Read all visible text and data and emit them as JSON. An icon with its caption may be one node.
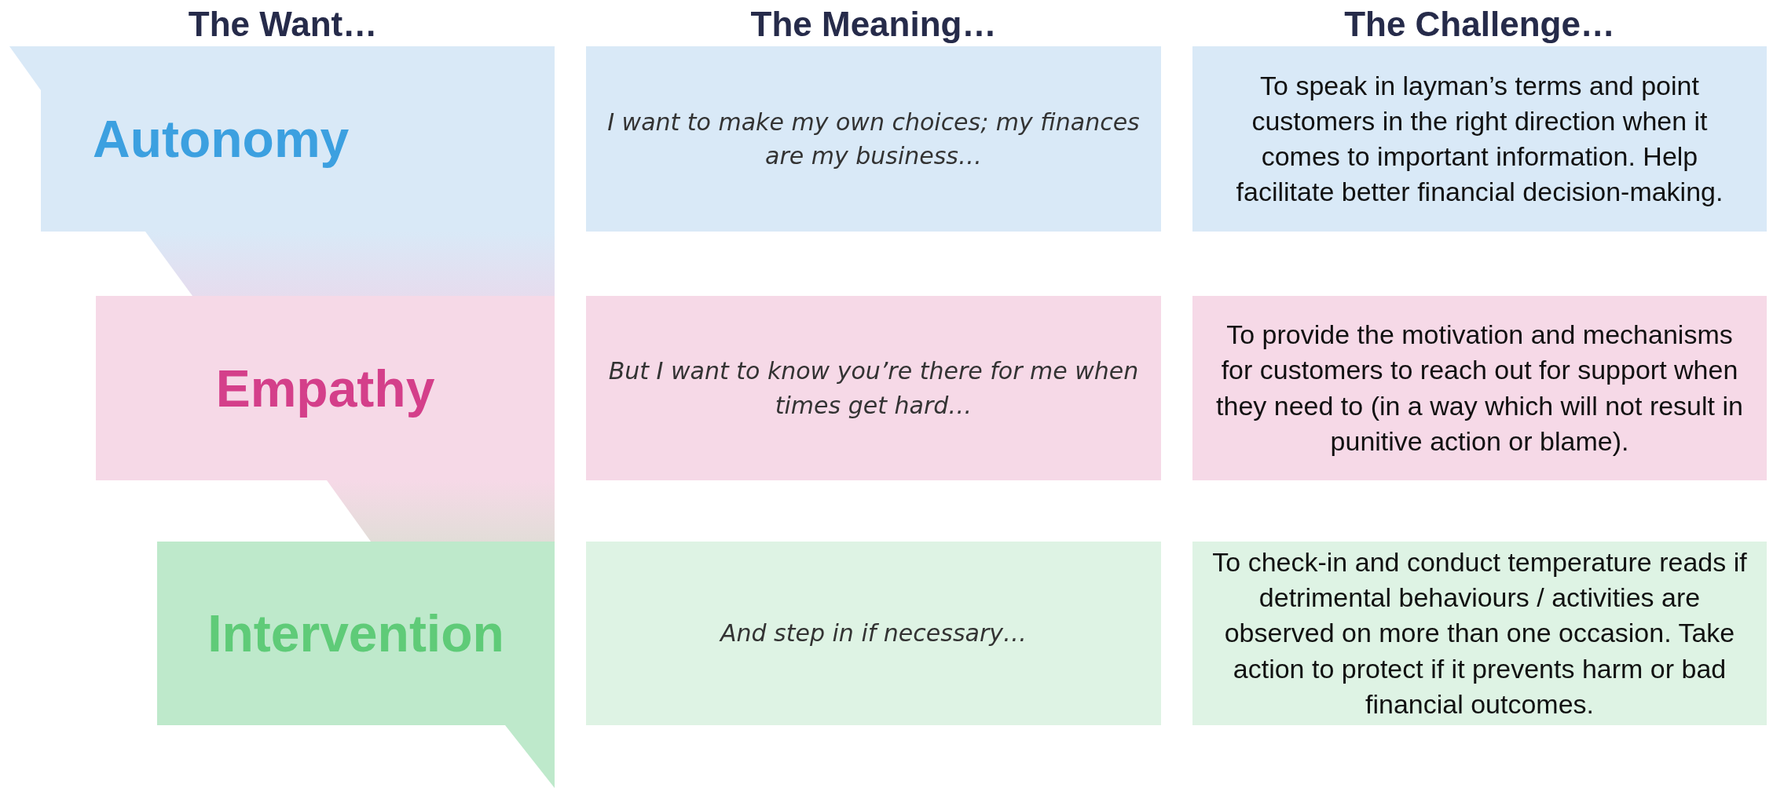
{
  "diagram": {
    "nodes": [
      {
        "text": [
          "Autonomy"
        ]
      },
      {
        "text": [
          "I want to make my own choices; my finances are my business…"
        ]
      },
      {
        "text": [
          "To speak in layman’s terms and point customers in the right direction when it comes to important information. Help facilitate better financial decision-making."
        ]
      },
      {
        "text": [
          "Empathy"
        ]
      },
      {
        "text": [
          "But I want to know you’re there for me when times get hard…"
        ]
      },
      {
        "text": [
          "To provide the motivation and mechanisms for customers to reach out for support when they need to (in a way which will not result in punitive action or blame)."
        ]
      },
      {
        "text": [
          "Intervention"
        ]
      },
      {
        "text": [
          "And step in if necessary…"
        ]
      },
      {
        "text": [
          "To check-in and conduct temperature reads if detrimental behaviours / activities are observed on more than one occasion. Take action to protect if it prevents harm or bad financial outcomes."
        ]
      }
    ],
    "labels": [
      "The Want…",
      "The Meaning…",
      "The Challenge…"
    ]
  }
}
